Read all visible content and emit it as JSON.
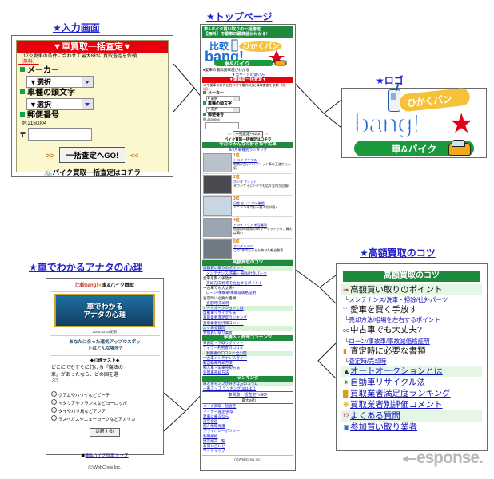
{
  "titles": {
    "input": "★入力画面",
    "toppage": "★トップページ",
    "logo": "★ロゴ",
    "psych": "★車でわかるアナタの心理",
    "tips": "★高額買取のコツ"
  },
  "input_form": {
    "banner": "▼車買取一括査定▼",
    "lead": "【17や愛車の条件に合わせて最大8社に買取査定を依頼",
    "lead_free": "【無料】!",
    "maker_label": "メーカー",
    "maker_value": "▼選択",
    "model_label": "車種の頭文字",
    "model_value": "▼選択",
    "zip_label": "郵便番号",
    "zip_example": "例:2150004",
    "zip_prefix": "〒",
    "zip_value": "",
    "go_left": ">>",
    "go_button": "一括査定へGO!",
    "go_right": "<<",
    "bike_link": "バイク買取一括査定はコチラ"
  },
  "mobile": {
    "top_green_1": "車&バイク買い取りの一括査定",
    "top_green_2": "【無料】で愛車の最高値がわかる!",
    "logo_alt": "比較bang! 車&バイク",
    "sub_line": "愛車の最高買取値がわかる",
    "sub_link": "▼当サイトの使い方",
    "form_banner": "▼車買取一括査定▼",
    "form_lead": "17や愛車の条件に合わせて最大8社に買取査定を依頼",
    "form_free": "【無料】!",
    "maker_label": "メーカー",
    "maker_value": "▼選択",
    "model_label": "車種の頭文字",
    "model_value": "▼選択",
    "zip_label": "郵便番号",
    "zip_example": "例:2150004",
    "zip_prefix": "〒",
    "go_left": ">>",
    "go_button": "一括査定へGO!",
    "go_right": "<<",
    "bike_link": "バイク買取一括査定はコチラ",
    "ranking_header": "今月のみんなの好きな中古車",
    "ranking_sub": "5/2月車種別ランキング",
    "rankings": [
      {
        "rank": "1位",
        "title": "トヨタ プリウス",
        "desc": "燃費が良いハイブリッド車の王道から人気"
      },
      {
        "rank": "2位",
        "title": "ホンダ フィット",
        "desc": "ダウンサイジングでも広々室内が自慢!"
      },
      {
        "rank": "3位",
        "title": "日産 セレナ 2ZX 後期",
        "desc": "ミニバン車でも一番人気が続く"
      },
      {
        "rank": "4位",
        "title": "トヨタ アクア 新型乗車",
        "desc": "低燃費の燃費のHVマーケットから、買えば高い"
      },
      {
        "rank": "5位",
        "title": "ホンダ N-BOX",
        "desc": "この1年でもっとも伸びた軽自動車"
      }
    ],
    "section2_header": "高額買取のコツ",
    "section2_items": [
      {
        "text": "高額買い取りのポイント",
        "type": "link",
        "indent": 0
      },
      {
        "text": "メンテナンス/洗車・掃除/社外パーツ",
        "type": "sublink",
        "indent": 1
      },
      {
        "text": "愛車を賢く手放す",
        "type": "link",
        "indent": 0
      },
      {
        "text": "売却方法/相場を左右するポイント",
        "type": "sublink",
        "indent": 1
      },
      {
        "text": "中古車でも大丈夫?",
        "type": "link",
        "indent": 0
      },
      {
        "text": "ローン/事故車/事故減価格証明",
        "type": "sublink",
        "indent": 1
      },
      {
        "text": "査定時に必要な書類",
        "type": "link",
        "indent": 0
      },
      {
        "text": "査定時/売却時",
        "type": "sublink",
        "indent": 1
      },
      {
        "text": "オートオークションとは",
        "type": "link",
        "indent": 0
      },
      {
        "text": "自動車リサイクル法",
        "type": "link",
        "indent": 0
      },
      {
        "text": "買取業者満足度ランキング",
        "type": "link",
        "indent": 0
      },
      {
        "text": "買取業者別評価コメント",
        "type": "link",
        "indent": 0
      },
      {
        "text": "よくある質問",
        "type": "link",
        "indent": 0
      },
      {
        "text": "参加買い取り業者",
        "type": "link",
        "indent": 0
      }
    ],
    "section3_header": "車購入・売却コンテンツ",
    "section3_items": [
      {
        "text": "車買取・下取りポイント"
      },
      {
        "text": "ディラー利用者の口コミ"
      },
      {
        "text": "利用者の口コミに全公開"
      },
      {
        "text": "中古車メンテナンスガイド"
      },
      {
        "text": "軽自動車売却方法"
      },
      {
        "text": "輸入車・旧車売却方法"
      },
      {
        "text": "外国車売却方法"
      }
    ],
    "section4_header": "ランキング",
    "section4_items": [
      {
        "text": "車とキャンプが好きな方のコラム"
      },
      {
        "text": "一番アップ ランキング 3/11より"
      }
    ],
    "cta_main": "車買取一括査定へGO!",
    "cta_sub": "(最大8社)",
    "footer_items": [
      "バイク買取一括査定",
      "マイカー査定/買取",
      "愛車に乗るなら",
      "運営会社",
      "個人情報保護",
      "プライバシーポリシー",
      "利用規約",
      "携帯端末一覧",
      "お問い合わせ",
      "サイトマップ"
    ],
    "copyright": "(c)WebCrew Inc."
  },
  "logo": {
    "hikaku": "比較",
    "bubble": "ひかくバン",
    "bang": "bang!",
    "pill": "車&バイク"
  },
  "psych": {
    "site_title_a": "比較bang!",
    "site_title_star": "★",
    "site_title_b": "車&バイク買取",
    "banner_line1": "車でわかる",
    "banner_line2": "アナタの心理",
    "date": "2009.02.14更新",
    "question_line1": "あなたに合った運気アップのスポッ",
    "question_line2": "トはどんな場所?",
    "test_title": "◆心理テスト◆",
    "body_line1": "どこにでもすぐに行ける『魔法の",
    "body_line2": "車』があったなら、どの国を選",
    "body_line3": "ぶ?",
    "options": [
      "グアムやハワイなどビーチ",
      "イタリアやフランスなどヨーロッパ",
      "タイやバリ島などアジア",
      "ラスベガスやニューヨークなどアメリカ"
    ],
    "submit": "診断する!",
    "top_link": "車&バイク買取トップ",
    "copyright": "(c)WebCrew Inc."
  },
  "tips": {
    "header": "高額買取のコツ",
    "rows": [
      {
        "icon": "pointer-icon",
        "text": "高額買い取りのポイント",
        "style": "plain",
        "highlight": true
      },
      {
        "icon": "corner-icon",
        "text": "メンテナンス/洗車・掃除/社外パーツ",
        "style": "sub"
      },
      {
        "icon": "dots-icon",
        "text": "愛車を賢く手放す",
        "style": "plain"
      },
      {
        "icon": "corner-icon",
        "text": "売却方法/相場を左右するポイント",
        "style": "sub"
      },
      {
        "icon": "oo-icon",
        "text": "中古車でも大丈夫?",
        "style": "plain"
      },
      {
        "icon": "corner-icon",
        "text": "ローン/事故車/事故減価格証明",
        "style": "sub"
      },
      {
        "icon": "doc-icon",
        "text": "査定時に必要な書類",
        "style": "plain"
      },
      {
        "icon": "corner-icon",
        "text": "査定時/売却時",
        "style": "sub"
      },
      {
        "icon": "car-icon",
        "text": "オートオークションとは",
        "style": "link",
        "highlight": true
      },
      {
        "icon": "recycle-icon",
        "text": "自動車リサイクル法",
        "style": "link"
      },
      {
        "icon": "chart-icon",
        "text": "買取業者満足度ランキング",
        "style": "link"
      },
      {
        "icon": "star-icon",
        "text": "買取業者別評価コメント",
        "style": "link"
      },
      {
        "icon": "question-icon",
        "text": "よくある質問",
        "style": "link",
        "highlight": true
      },
      {
        "icon": "list-icon",
        "text": "参加買い取り業者",
        "style": "link"
      }
    ]
  },
  "watermark": {
    "text": "esponse."
  },
  "colors": {
    "red_banner": "#e8000d",
    "green_header": "#1e8b3c",
    "link_blue": "#1111bb",
    "form_bg": "#fbf8cf",
    "logo_blue": "#1f6fd0"
  }
}
